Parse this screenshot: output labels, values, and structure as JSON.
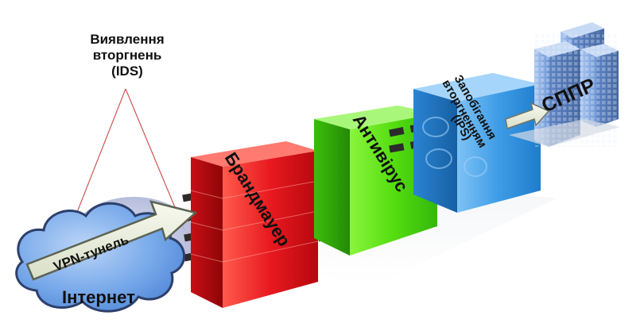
{
  "labels": {
    "ids_line1": "Виявлення",
    "ids_line2": "вторгнень",
    "ids_line3": "(IDS)",
    "firewall": "Брандмауер",
    "antivirus": "Антивірус",
    "ips_line1": "Запобігання",
    "ips_line2": "вторгненням",
    "ips_line3": "(IPS)",
    "dss": "СППР",
    "vpn": "VPN-тунель",
    "internet": "Інтернет"
  },
  "colors": {
    "firewall": "#e8191f",
    "antivirus": "#55dd10",
    "ips": "#3d9ce6",
    "building": "#8fb3e6",
    "cloud": "#5a93e0",
    "arrow_fill": "#eef2df",
    "dash": "#2b2b2b"
  },
  "icons": {
    "building": "office-building-icon",
    "cloud": "cloud-icon",
    "arrow": "arrow-right-icon"
  }
}
